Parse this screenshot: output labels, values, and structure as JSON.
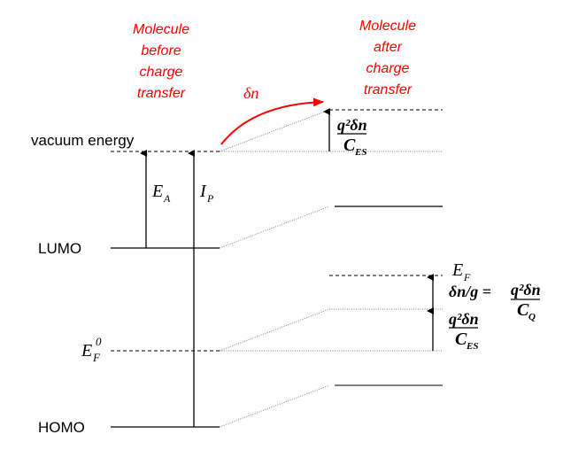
{
  "titles": {
    "before": [
      "Molecule",
      "before",
      "charge",
      "transfer"
    ],
    "after": [
      "Molecule",
      "after",
      "charge",
      "transfer"
    ]
  },
  "labels": {
    "vacuum": "vacuum energy",
    "lumo": "LUMO",
    "homo": "HOMO",
    "ef0_main": "E",
    "ef0_sub": "F",
    "ef0_sup": "0",
    "ea_main": "E",
    "ea_sub": "A",
    "ip_main": "I",
    "ip_sub": "P",
    "delta_n": "δn"
  },
  "formulas": {
    "top_num": "q²δn",
    "top_den_main": "C",
    "top_den_sub": "ES",
    "ef_main": "E",
    "ef_sub": "F",
    "dng": "δn/g =",
    "cq_num": "q²δn",
    "cq_den_main": "C",
    "cq_den_sub": "Q",
    "bot_num": "q²δn",
    "bot_den_main": "C",
    "bot_den_sub": "ES"
  },
  "colors": {
    "accent": "#ff0000",
    "line": "#000000",
    "connector": "#808080"
  }
}
